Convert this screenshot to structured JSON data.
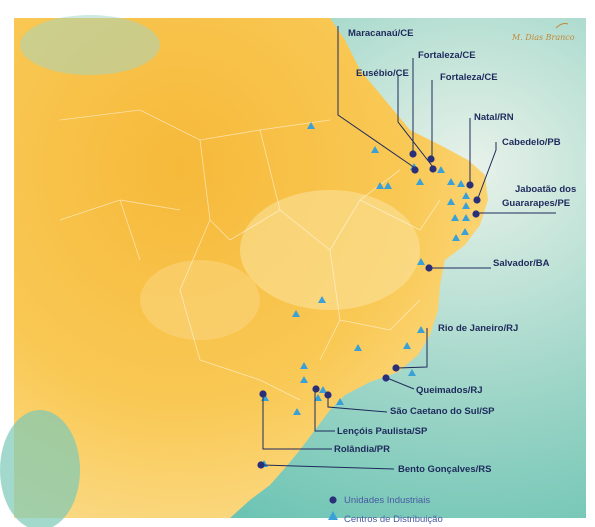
{
  "brand": {
    "logo_text": "M. Dias Branco"
  },
  "legend": {
    "industrial_label": "Unidades Industriais",
    "distribution_label": "Centros de Distribuição",
    "industrial_color": "#2a2f7a",
    "distribution_color": "#3aa0d8"
  },
  "colors": {
    "land": "#f7c24a",
    "land_light": "#fbe6a8",
    "sea": "#6cc7b8",
    "line": "#1e2a5c"
  },
  "industrial_units": [
    {
      "name": "Maracanaú/CE"
    },
    {
      "name": "Fortaleza/CE"
    },
    {
      "name": "Eusébio/CE"
    },
    {
      "name": "Fortaleza/CE"
    },
    {
      "name": "Natal/RN"
    },
    {
      "name": "Cabedelo/PB"
    },
    {
      "name": "Jaboatão dos"
    },
    {
      "name": "Guararapes/PE"
    },
    {
      "name": "Salvador/BA"
    },
    {
      "name": "Rio de Janeiro/RJ"
    },
    {
      "name": "Queimados/RJ"
    },
    {
      "name": "São Caetano do Sul/SP"
    },
    {
      "name": "Lençóis Paulista/SP"
    },
    {
      "name": "Rolândia/PR"
    },
    {
      "name": "Bento Gonçalves/RS"
    }
  ]
}
